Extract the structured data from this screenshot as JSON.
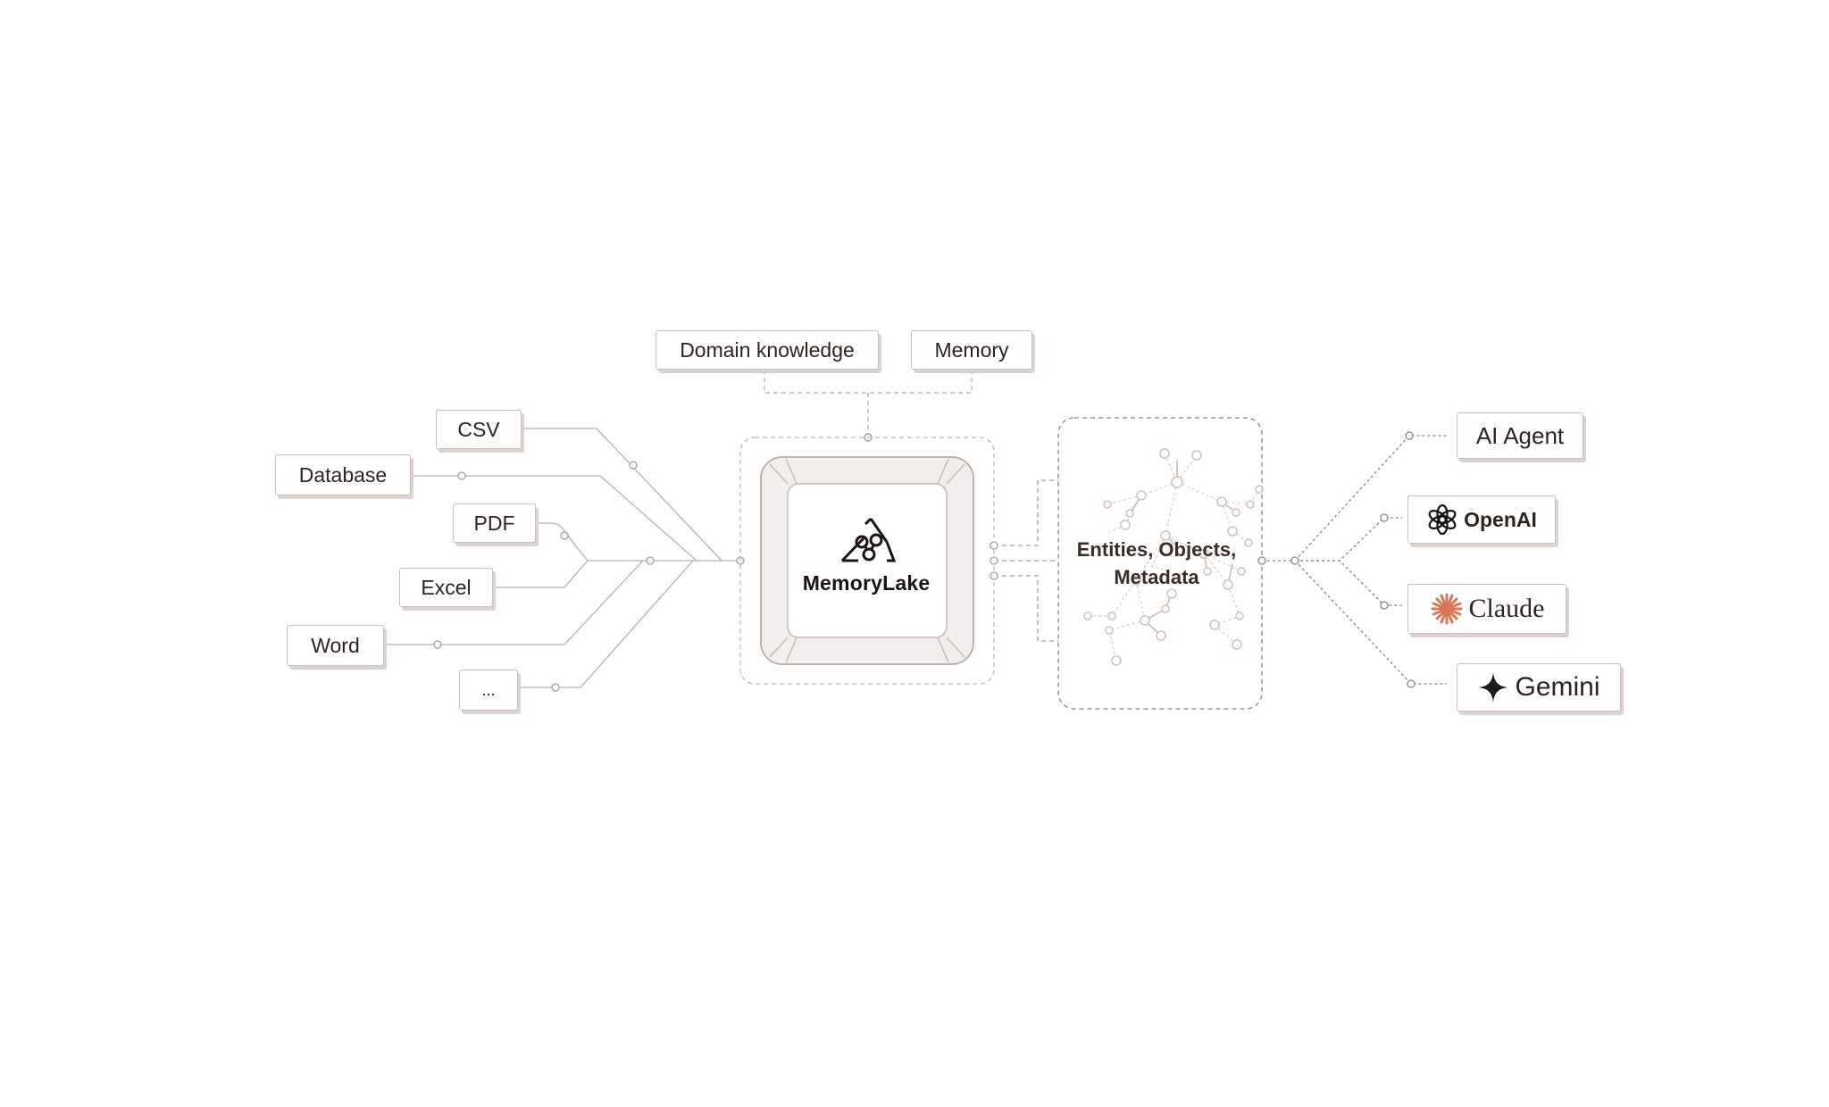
{
  "top_inputs": {
    "domain_knowledge": "Domain knowledge",
    "memory": "Memory"
  },
  "sources": {
    "csv": "CSV",
    "database": "Database",
    "pdf": "PDF",
    "excel": "Excel",
    "word": "Word",
    "more": "..."
  },
  "core": {
    "name": "MemoryLake",
    "icon": "memorylake-logo-icon"
  },
  "graph": {
    "label": "Entities, Objects, Metadata",
    "icon": "knowledge-graph"
  },
  "consumers": {
    "ai_agent": "AI Agent",
    "openai": {
      "label": "OpenAI",
      "icon": "openai-logo-icon"
    },
    "claude": {
      "label": "Claude",
      "icon": "claude-logo-icon",
      "color": "#d97757"
    },
    "gemini": {
      "label": "Gemini",
      "icon": "gemini-star-icon"
    }
  }
}
